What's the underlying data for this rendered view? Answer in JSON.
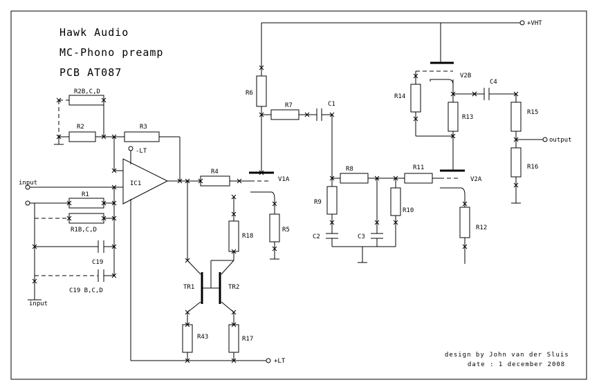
{
  "title_lines": [
    "Hawk Audio",
    "MC-Phono preamp",
    "PCB AT087"
  ],
  "rails": {
    "vht": "+VHT",
    "lt_pos": "+LT",
    "lt_neg": "-LT"
  },
  "io": {
    "input_label": "input",
    "input_label_2": "input",
    "output_label": "output"
  },
  "components": {
    "ic1": "IC1",
    "r1": "R1",
    "r1bcd": "R1B,C,D",
    "r2": "R2",
    "r2bcd": "R2B,C,D",
    "r3": "R3",
    "r4": "R4",
    "r5": "R5",
    "r6": "R6",
    "r7": "R7",
    "r8": "R8",
    "r9": "R9",
    "r10": "R10",
    "r11": "R11",
    "r12": "R12",
    "r13": "R13",
    "r14": "R14",
    "r15": "R15",
    "r16": "R16",
    "r17": "R17",
    "r18": "R18",
    "r43": "R43",
    "c1": "C1",
    "c2": "C2",
    "c3": "C3",
    "c4": "C4",
    "c19": "C19",
    "c19bcd": "C19 B,C,D",
    "v1a": "V1A",
    "v2a": "V2A",
    "v2b": "V2B",
    "tr1": "TR1",
    "tr2": "TR2"
  },
  "footer": {
    "design": "design by John van der Sluis",
    "date": "date : 1 december 2008"
  }
}
